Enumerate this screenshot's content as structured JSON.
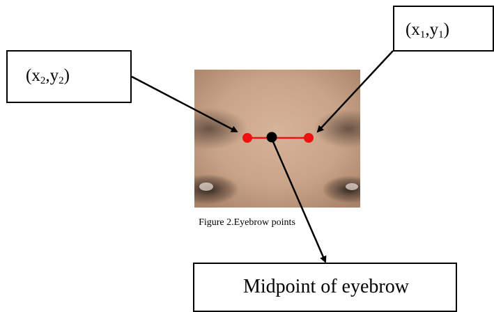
{
  "labels": {
    "left": {
      "var1": "x",
      "sub1": "2",
      "var2": "y",
      "sub2": "2"
    },
    "right": {
      "var1": "x",
      "sub1": "1",
      "var2": "y",
      "sub2": "1"
    },
    "bottom": "Midpoint of eyebrow"
  },
  "caption": "Figure 2.Eyebrow points",
  "colors": {
    "eyebrow_point": "#ee1111",
    "midpoint": "#000000",
    "connector_line": "#ee1111",
    "arrow": "#000000",
    "skin": "#c9a488"
  },
  "image_desc": "cropped photo of face region between the eyebrows"
}
